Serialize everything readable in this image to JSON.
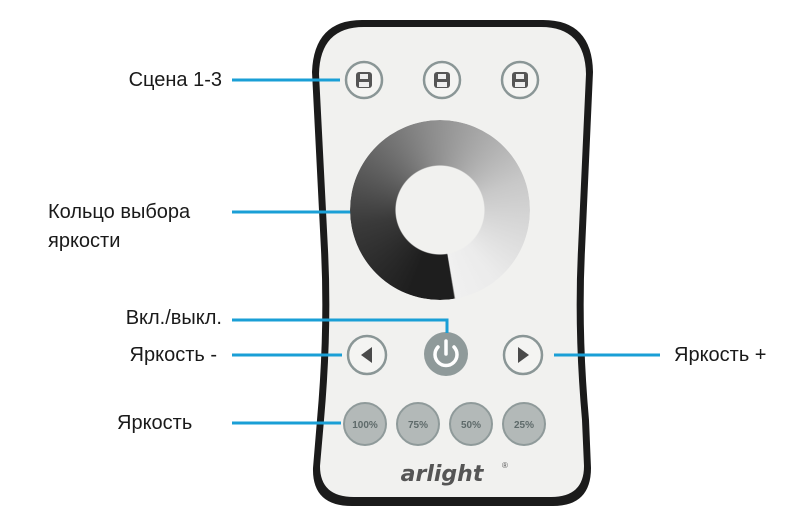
{
  "callouts": {
    "scenes": "Сцена 1-3",
    "ring_line1": "Кольцо выбора",
    "ring_line2": "яркости",
    "power": "Вкл./выкл.",
    "brightness_down": "Яркость -",
    "brightness_up": "Яркость +",
    "brightness": "Яркость"
  },
  "remote": {
    "preset_buttons": [
      "100%",
      "75%",
      "50%",
      "25%"
    ],
    "brand": "arlight",
    "brand_mark": "®"
  },
  "colors": {
    "callout_line": "#1a9fd6",
    "button_gray": "#8f9a9a",
    "body_frame": "#1b1b1b"
  }
}
